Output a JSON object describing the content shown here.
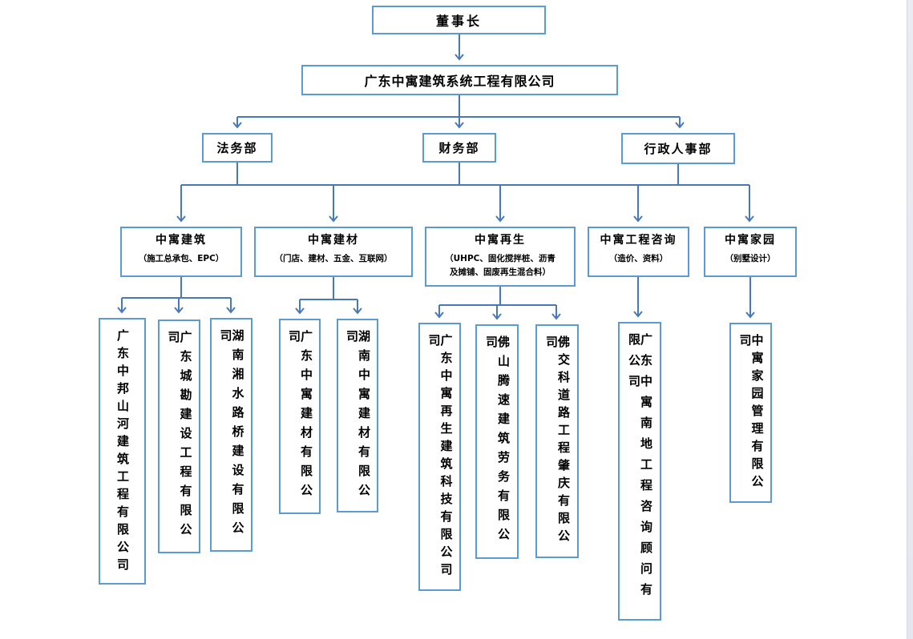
{
  "org": {
    "chairman": "董事长",
    "company": "广东中寓建筑系统工程有限公司",
    "departments": [
      {
        "label": "法务部"
      },
      {
        "label": "财务部"
      },
      {
        "label": "行政人事部"
      }
    ],
    "divisions": [
      {
        "title": "中寓建筑",
        "subtitle": "（施工总承包、EPC）",
        "children": [
          "广东中邦山河建筑工程有限公司",
          "广东城勘建设工程有限公司",
          "湖南湘水路桥建设有限公司"
        ]
      },
      {
        "title": "中寓建材",
        "subtitle": "（门店、建材、五金、互联网）",
        "children": [
          "广东中寓建材有限公司",
          "湖南中寓建材有限公司"
        ]
      },
      {
        "title": "中寓再生",
        "subtitle": "（UHPC、固化搅拌桩、沥青",
        "subtitle2": "及摊铺、固废再生混合料）",
        "children": [
          "广东中寓再生建筑科技有限公司司",
          "佛山腾速建筑劳务有限公司",
          "佛交科道路工程肇庆有限公司"
        ]
      },
      {
        "title": "中寓工程咨询",
        "subtitle": "（造价、资料）",
        "children": [
          "广东中寓南地工程咨询顾问有限公司"
        ]
      },
      {
        "title": "中寓家园",
        "subtitle": "（别墅设计）",
        "children": [
          "中寓家园管理有限公司"
        ]
      }
    ],
    "colors": {
      "connector_line": "#4878b8",
      "box_border": "#5b9bd5",
      "text": "#000000",
      "page_edge": "#e7eaef"
    }
  }
}
